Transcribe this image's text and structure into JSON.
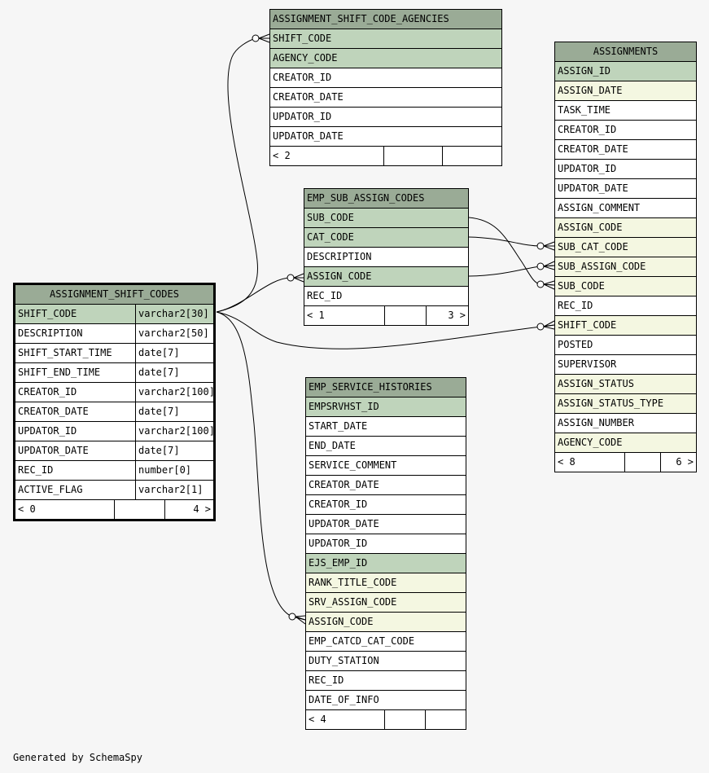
{
  "footer": "Generated by SchemaSpy",
  "tables": {
    "assignment_shift_code_agencies": {
      "name": "ASSIGNMENT_SHIFT_CODE_AGENCIES",
      "columns": [
        {
          "name": "SHIFT_CODE",
          "kind": "pk"
        },
        {
          "name": "AGENCY_CODE",
          "kind": "pk"
        },
        {
          "name": "CREATOR_ID",
          "kind": "plain"
        },
        {
          "name": "CREATOR_DATE",
          "kind": "plain"
        },
        {
          "name": "UPDATOR_ID",
          "kind": "plain"
        },
        {
          "name": "UPDATOR_DATE",
          "kind": "plain"
        }
      ],
      "footer": {
        "left": "< 2",
        "right": ""
      }
    },
    "emp_sub_assign_codes": {
      "name": "EMP_SUB_ASSIGN_CODES",
      "columns": [
        {
          "name": "SUB_CODE",
          "kind": "pk"
        },
        {
          "name": "CAT_CODE",
          "kind": "pk"
        },
        {
          "name": "DESCRIPTION",
          "kind": "plain"
        },
        {
          "name": "ASSIGN_CODE",
          "kind": "pk"
        },
        {
          "name": "REC_ID",
          "kind": "plain"
        }
      ],
      "footer": {
        "left": "< 1",
        "right": "3 >"
      }
    },
    "assignment_shift_codes": {
      "name": "ASSIGNMENT_SHIFT_CODES",
      "columns": [
        {
          "name": "SHIFT_CODE",
          "type": "varchar2[30]",
          "kind": "pk"
        },
        {
          "name": "DESCRIPTION",
          "type": "varchar2[50]",
          "kind": "plain"
        },
        {
          "name": "SHIFT_START_TIME",
          "type": "date[7]",
          "kind": "plain"
        },
        {
          "name": "SHIFT_END_TIME",
          "type": "date[7]",
          "kind": "plain"
        },
        {
          "name": "CREATOR_ID",
          "type": "varchar2[100]",
          "kind": "plain"
        },
        {
          "name": "CREATOR_DATE",
          "type": "date[7]",
          "kind": "plain"
        },
        {
          "name": "UPDATOR_ID",
          "type": "varchar2[100]",
          "kind": "plain"
        },
        {
          "name": "UPDATOR_DATE",
          "type": "date[7]",
          "kind": "plain"
        },
        {
          "name": "REC_ID",
          "type": "number[0]",
          "kind": "plain"
        },
        {
          "name": "ACTIVE_FLAG",
          "type": "varchar2[1]",
          "kind": "plain"
        }
      ],
      "footer": {
        "left": "< 0",
        "right": "4 >"
      }
    },
    "emp_service_histories": {
      "name": "EMP_SERVICE_HISTORIES",
      "columns": [
        {
          "name": "EMPSRVHST_ID",
          "kind": "pk"
        },
        {
          "name": "START_DATE",
          "kind": "plain"
        },
        {
          "name": "END_DATE",
          "kind": "plain"
        },
        {
          "name": "SERVICE_COMMENT",
          "kind": "plain"
        },
        {
          "name": "CREATOR_DATE",
          "kind": "plain"
        },
        {
          "name": "CREATOR_ID",
          "kind": "plain"
        },
        {
          "name": "UPDATOR_DATE",
          "kind": "plain"
        },
        {
          "name": "UPDATOR_ID",
          "kind": "plain"
        },
        {
          "name": "EJS_EMP_ID",
          "kind": "pk"
        },
        {
          "name": "RANK_TITLE_CODE",
          "kind": "fk"
        },
        {
          "name": "SRV_ASSIGN_CODE",
          "kind": "fk"
        },
        {
          "name": "ASSIGN_CODE",
          "kind": "fk"
        },
        {
          "name": "EMP_CATCD_CAT_CODE",
          "kind": "plain"
        },
        {
          "name": "DUTY_STATION",
          "kind": "plain"
        },
        {
          "name": "REC_ID",
          "kind": "plain"
        },
        {
          "name": "DATE_OF_INFO",
          "kind": "plain"
        }
      ],
      "footer": {
        "left": "< 4",
        "right": ""
      }
    },
    "assignments": {
      "name": "ASSIGNMENTS",
      "columns": [
        {
          "name": "ASSIGN_ID",
          "kind": "pk"
        },
        {
          "name": "ASSIGN_DATE",
          "kind": "fk"
        },
        {
          "name": "TASK_TIME",
          "kind": "plain"
        },
        {
          "name": "CREATOR_ID",
          "kind": "plain"
        },
        {
          "name": "CREATOR_DATE",
          "kind": "plain"
        },
        {
          "name": "UPDATOR_ID",
          "kind": "plain"
        },
        {
          "name": "UPDATOR_DATE",
          "kind": "plain"
        },
        {
          "name": "ASSIGN_COMMENT",
          "kind": "plain"
        },
        {
          "name": "ASSIGN_CODE",
          "kind": "fk"
        },
        {
          "name": "SUB_CAT_CODE",
          "kind": "fk"
        },
        {
          "name": "SUB_ASSIGN_CODE",
          "kind": "fk"
        },
        {
          "name": "SUB_CODE",
          "kind": "fk"
        },
        {
          "name": "REC_ID",
          "kind": "plain"
        },
        {
          "name": "SHIFT_CODE",
          "kind": "fk"
        },
        {
          "name": "POSTED",
          "kind": "plain"
        },
        {
          "name": "SUPERVISOR",
          "kind": "plain"
        },
        {
          "name": "ASSIGN_STATUS",
          "kind": "fk"
        },
        {
          "name": "ASSIGN_STATUS_TYPE",
          "kind": "fk"
        },
        {
          "name": "ASSIGN_NUMBER",
          "kind": "plain"
        },
        {
          "name": "AGENCY_CODE",
          "kind": "fk"
        }
      ],
      "footer": {
        "left": "< 8",
        "right": "6 >"
      }
    }
  }
}
